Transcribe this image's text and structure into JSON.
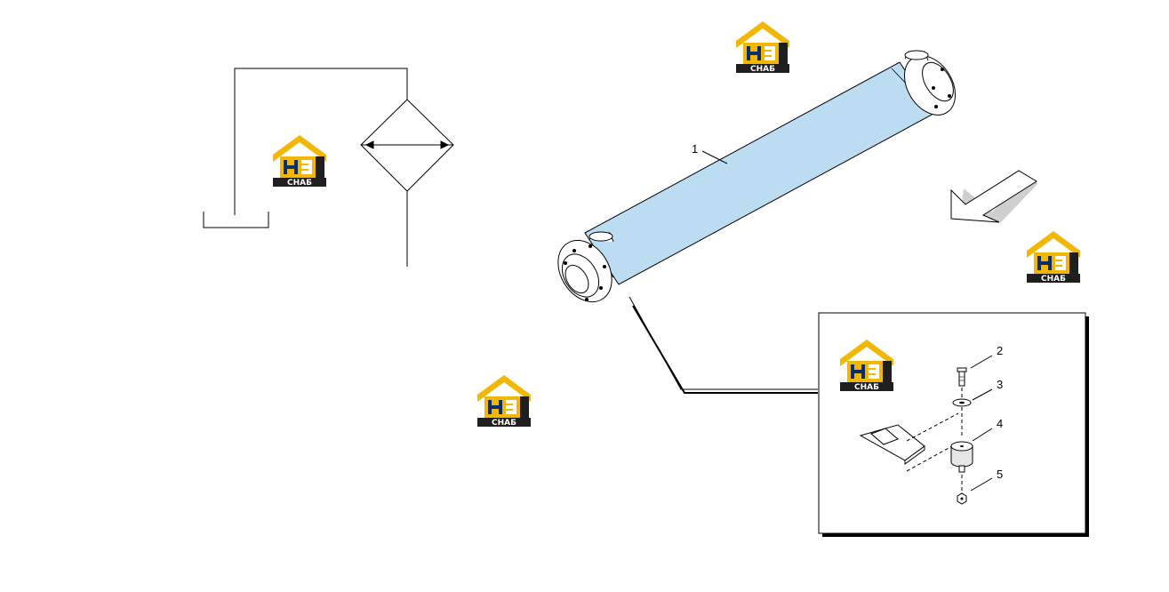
{
  "logo": {
    "mark": "НЗ",
    "caption": "СНАБ",
    "colors": {
      "yellow": "#f2b705",
      "dark": "#1f1f1f",
      "letter_blue": "#0a2d6b",
      "letter_yellow": "#f2b705"
    }
  },
  "diagram": {
    "colors": {
      "tube_fill": "#bcdcf2",
      "stroke": "#000000",
      "endcap_fill": "#ffffff"
    },
    "callouts": [
      {
        "id": "1",
        "label": "1"
      },
      {
        "id": "2",
        "label": "2"
      },
      {
        "id": "3",
        "label": "3"
      },
      {
        "id": "4",
        "label": "4"
      },
      {
        "id": "5",
        "label": "5"
      }
    ]
  }
}
